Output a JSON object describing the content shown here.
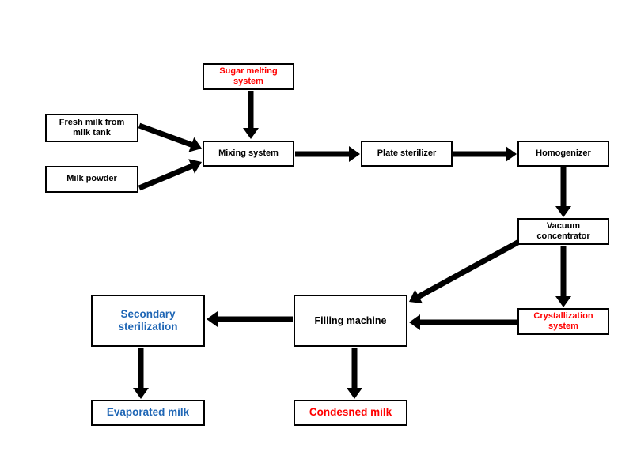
{
  "colors": {
    "red": "#ff0000",
    "blue": "#1f66b5",
    "black": "#000000"
  },
  "nodes": {
    "sugar": "Sugar melting\nsystem",
    "fresh_milk": "Fresh milk from\nmilk tank",
    "milk_powder": "Milk powder",
    "mixing": "Mixing system",
    "plate": "Plate sterilizer",
    "homogenizer": "Homogenizer",
    "vacuum": "Vacuum\nconcentrator",
    "crystallization": "Crystallization\nsystem",
    "filling": "Filling machine",
    "secondary": "Secondary\nsterilization",
    "evaporated": "Evaporated milk",
    "condensed": "Condesned milk"
  },
  "edges": [
    {
      "from": "sugar",
      "to": "mixing"
    },
    {
      "from": "fresh_milk",
      "to": "mixing"
    },
    {
      "from": "milk_powder",
      "to": "mixing"
    },
    {
      "from": "mixing",
      "to": "plate"
    },
    {
      "from": "plate",
      "to": "homogenizer"
    },
    {
      "from": "homogenizer",
      "to": "vacuum"
    },
    {
      "from": "vacuum",
      "to": "crystallization"
    },
    {
      "from": "vacuum",
      "to": "filling"
    },
    {
      "from": "crystallization",
      "to": "filling"
    },
    {
      "from": "filling",
      "to": "secondary"
    },
    {
      "from": "filling",
      "to": "condensed"
    },
    {
      "from": "secondary",
      "to": "evaporated"
    }
  ]
}
